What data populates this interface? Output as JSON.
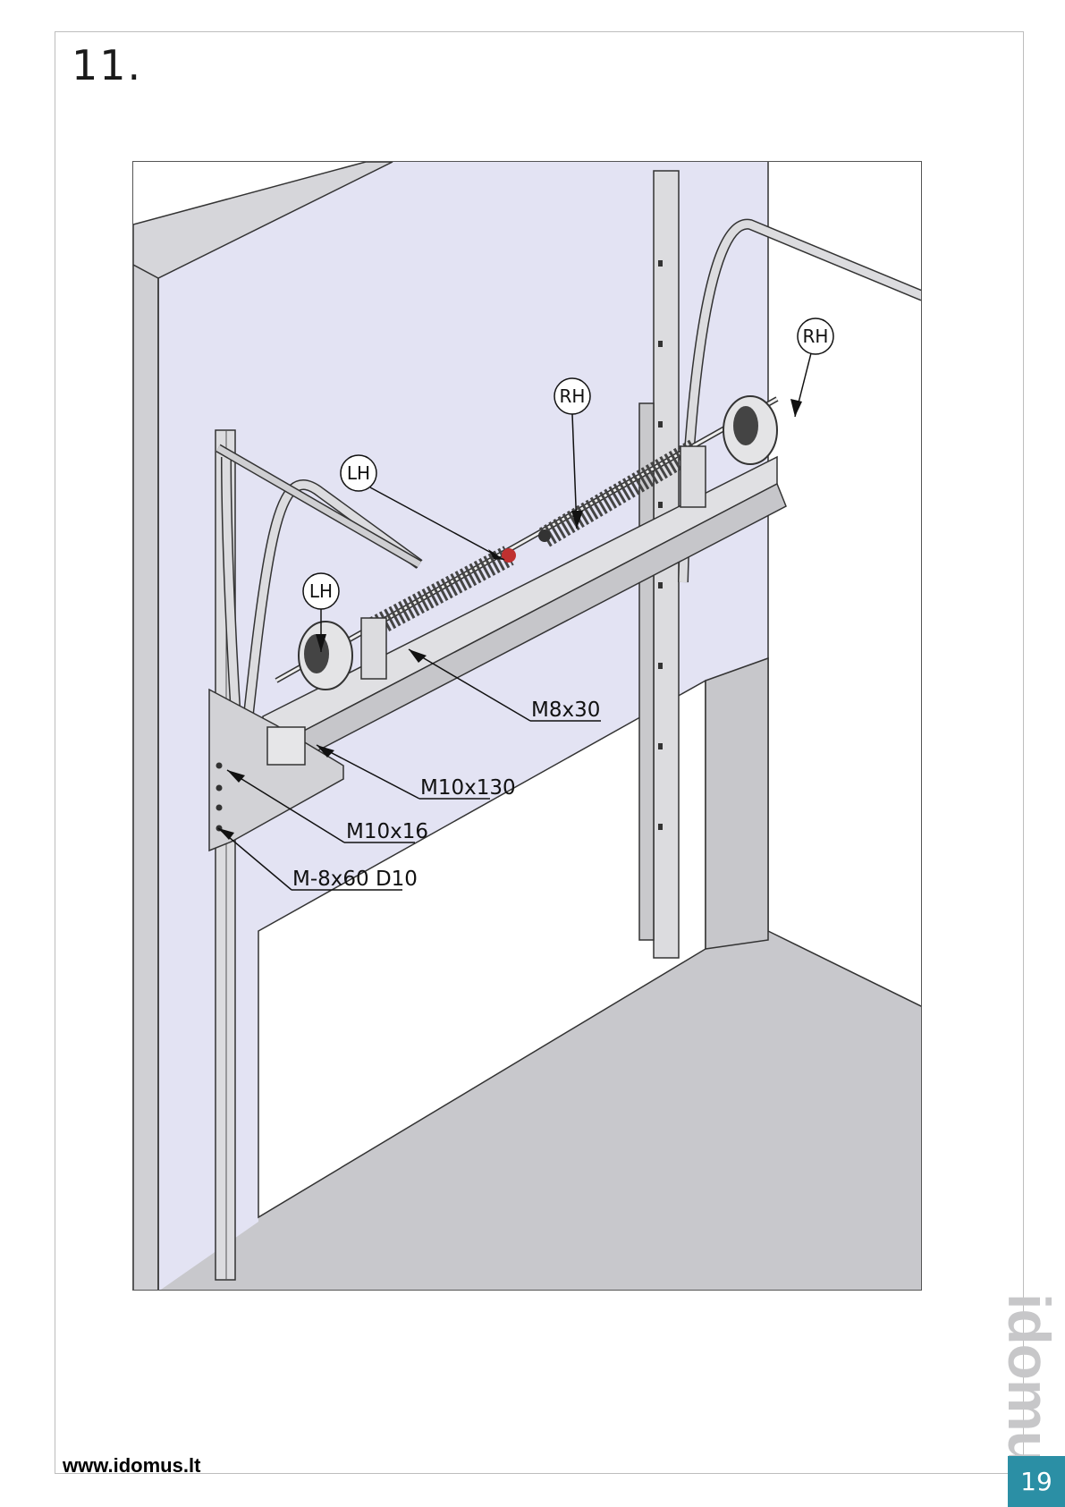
{
  "page": {
    "step_number": "11.",
    "website": "www.idomus.lt",
    "brand_text": "idomus",
    "page_number": "19"
  },
  "drawing": {
    "callouts": {
      "rh_right": "RH",
      "rh_center": "RH",
      "lh_center": "LH",
      "lh_left": "LH"
    },
    "parts": {
      "m8x30": "M8x30",
      "m10x130": "M10x130",
      "m10x16": "M10x16",
      "m8x60": "M-8x60 D10"
    }
  },
  "colors": {
    "wall": "#e2e2f2",
    "floor": "#c7c7cb",
    "frame_side": "#d2d2d6",
    "steel": "#cfcfd2",
    "page_badge": "#2b8fa5"
  }
}
